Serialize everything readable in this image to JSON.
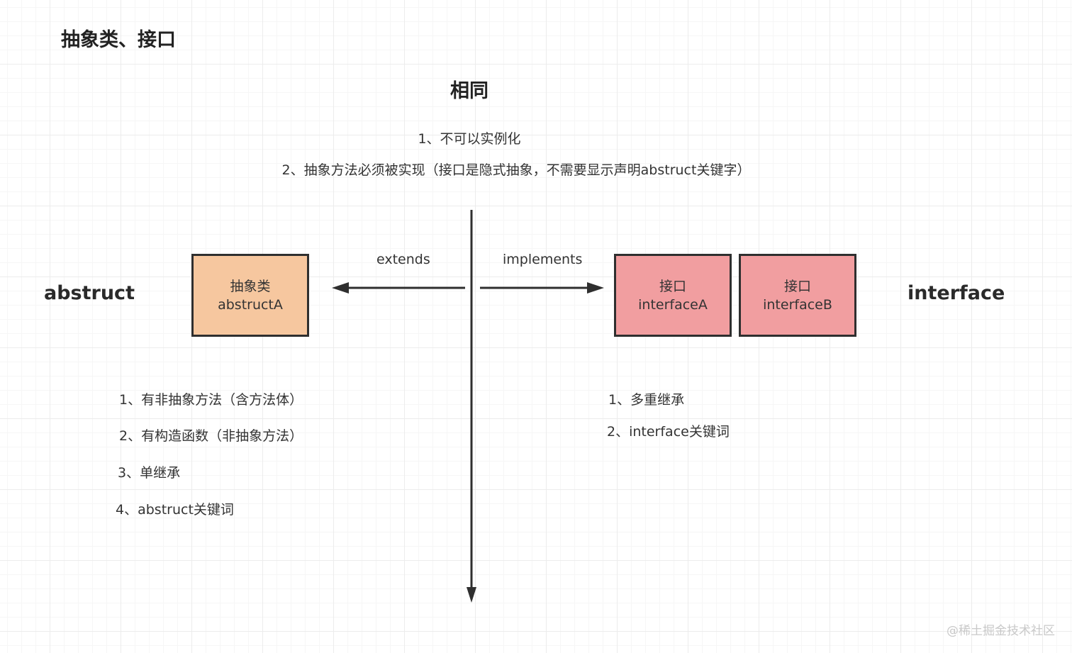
{
  "title": "抽象类、接口",
  "common": {
    "heading": "相同",
    "items": [
      "1、不可以实例化",
      "2、抽象方法必须被实现（接口是隐式抽象，不需要显示声明abstruct关键字）"
    ]
  },
  "left": {
    "label": "abstruct",
    "arrow_label": "extends",
    "box": {
      "line1": "抽象类",
      "line2": "abstructA"
    },
    "features": [
      "1、有非抽象方法（含方法体）",
      "2、有构造函数（非抽象方法）",
      "3、单继承",
      "4、abstruct关键词"
    ]
  },
  "right": {
    "label": "interface",
    "arrow_label": "implements",
    "boxes": [
      {
        "line1": "接口",
        "line2": "interfaceA"
      },
      {
        "line1": "接口",
        "line2": "interfaceB"
      }
    ],
    "features": [
      "1、多重继承",
      "2、interface关键词"
    ]
  },
  "colors": {
    "abstract_box": "#f6c79f",
    "interface_box": "#f19ea0",
    "line": "#2f2f2f"
  },
  "watermark": "@稀土掘金技术社区"
}
